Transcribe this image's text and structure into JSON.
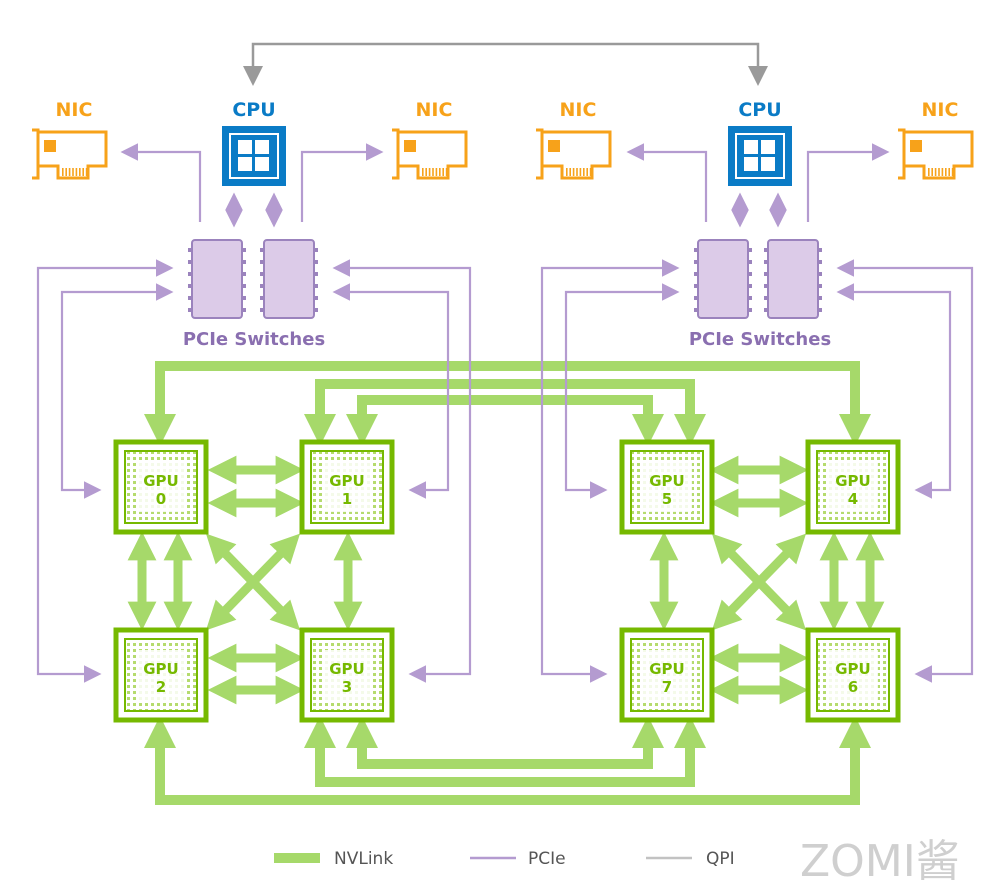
{
  "diagram": {
    "nodes": {
      "cpus": [
        {
          "label": "CPU"
        },
        {
          "label": "CPU"
        }
      ],
      "nics": [
        {
          "label": "NIC"
        },
        {
          "label": "NIC"
        },
        {
          "label": "NIC"
        },
        {
          "label": "NIC"
        }
      ],
      "switch_groups": [
        {
          "label": "PCIe Switches"
        },
        {
          "label": "PCIe Switches"
        }
      ],
      "gpus": [
        {
          "title": "GPU",
          "id": "0"
        },
        {
          "title": "GPU",
          "id": "1"
        },
        {
          "title": "GPU",
          "id": "2"
        },
        {
          "title": "GPU",
          "id": "3"
        },
        {
          "title": "GPU",
          "id": "5"
        },
        {
          "title": "GPU",
          "id": "4"
        },
        {
          "title": "GPU",
          "id": "7"
        },
        {
          "title": "GPU",
          "id": "6"
        }
      ]
    },
    "colors": {
      "nvlink": "#a6d96a",
      "pcie": "#b49bd0",
      "qpi": "#9a9a9a",
      "gpu": "#76b900",
      "cpu": "#0a7bc6",
      "nic": "#f7a21a",
      "switch_fill": "#dccbe8"
    }
  },
  "legend": {
    "nvlink": "NVLink",
    "pcie": "PCIe",
    "qpi": "QPI"
  },
  "watermark": "ZOMI酱"
}
